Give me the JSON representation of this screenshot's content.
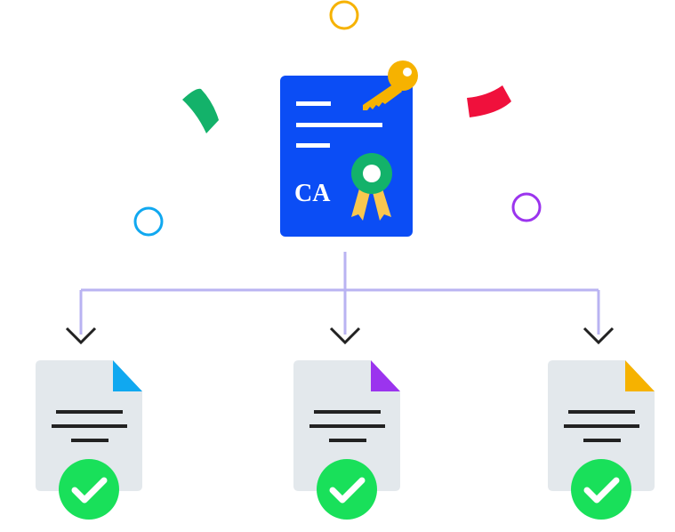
{
  "ca_certificate": {
    "label": "CA",
    "color": "#0b4df5"
  },
  "colors": {
    "connector": "#b9b3f2",
    "check": "#19e05a",
    "doc": "#e3e8ec",
    "seal": "#13b26a",
    "key": "#f6b200"
  },
  "documents": [
    {
      "corner_color": "#10a8f0",
      "status": "verified"
    },
    {
      "corner_color": "#9b34ee",
      "status": "verified"
    },
    {
      "corner_color": "#f6b200",
      "status": "verified"
    }
  ]
}
